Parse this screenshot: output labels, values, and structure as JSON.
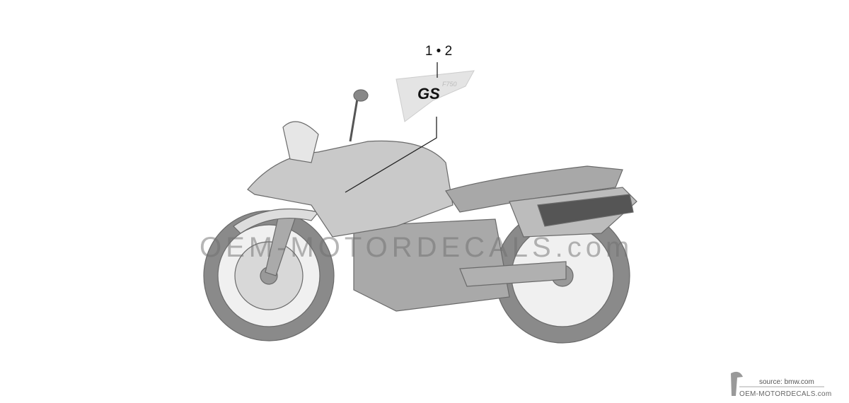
{
  "diagram": {
    "callout_label": "1 • 2",
    "decal_logo_text": "GS",
    "decal_sub_text": "F750",
    "part_color": "#e4e4e4",
    "bike_color": "#b5b5b5"
  },
  "watermark": {
    "text": "OEM-MOTORDECALS.com"
  },
  "footer": {
    "source": "source: bmw.com",
    "brand": "OEM-MOTORDECALS.com"
  }
}
